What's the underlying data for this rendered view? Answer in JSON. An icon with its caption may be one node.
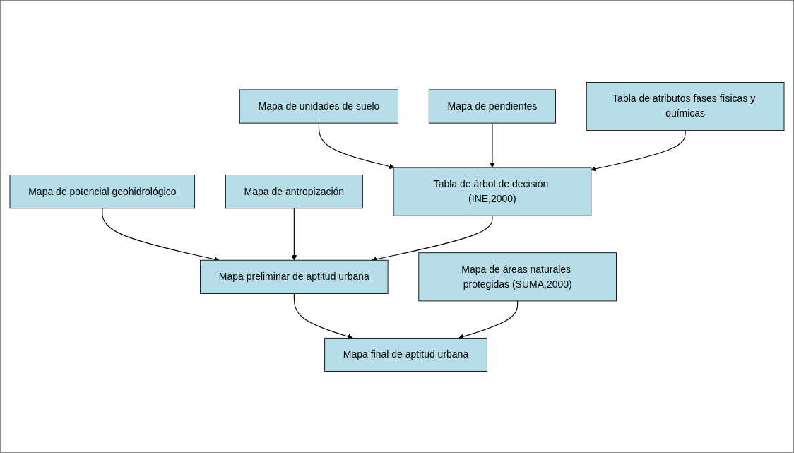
{
  "diagram": {
    "nodes": [
      {
        "text": [
          "Mapa de unidades de suelo"
        ]
      },
      {
        "text": [
          "Mapa de pendientes"
        ]
      },
      {
        "text": [
          "Tabla de atributos fases físicas y químicas"
        ]
      },
      {
        "text": [
          "Mapa de potencial geohidrológico"
        ]
      },
      {
        "text": [
          "Mapa de antropización"
        ]
      },
      {
        "text": [
          "Tabla de árbol de decisión (INE,2000)"
        ]
      },
      {
        "text": [
          "Mapa preliminar de aptitud urbana"
        ]
      },
      {
        "text": [
          "Mapa de áreas naturales protegidas (SUMA,2000)"
        ]
      },
      {
        "text": [
          "Mapa final de aptitud urbana"
        ]
      }
    ],
    "edges": [
      {
        "from": 0,
        "to": 5,
        "arrow": "to"
      },
      {
        "from": 1,
        "to": 5,
        "arrow": "to"
      },
      {
        "from": 2,
        "to": 5,
        "arrow": "to"
      },
      {
        "from": 3,
        "to": 6,
        "arrow": "to"
      },
      {
        "from": 4,
        "to": 6,
        "arrow": "to"
      },
      {
        "from": 5,
        "to": 6,
        "arrow": "to"
      },
      {
        "from": 6,
        "to": 8,
        "arrow": "to"
      },
      {
        "from": 7,
        "to": 8,
        "arrow": "to"
      }
    ]
  }
}
